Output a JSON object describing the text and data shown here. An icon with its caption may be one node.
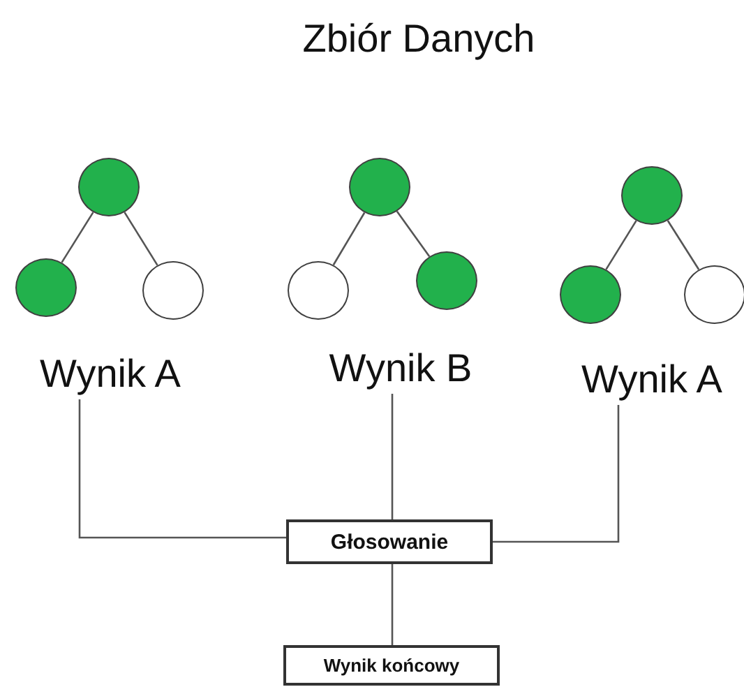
{
  "diagram": {
    "title": "Zbiór Danych",
    "nodes": [
      {
        "text": [],
        "shape": "circle"
      },
      {
        "text": [],
        "shape": "circle"
      },
      {
        "text": [],
        "shape": "circle"
      },
      {
        "text": [],
        "shape": "circle"
      },
      {
        "text": [],
        "shape": "circle"
      },
      {
        "text": [],
        "shape": "circle"
      },
      {
        "text": [],
        "shape": "circle"
      },
      {
        "text": [],
        "shape": "circle"
      },
      {
        "text": [],
        "shape": "circle"
      },
      {
        "text": [
          "Wynik A"
        ]
      },
      {
        "text": [
          "Wynik B"
        ]
      },
      {
        "text": [
          "Wynik A"
        ]
      },
      {
        "text": [
          "Głosowanie"
        ]
      },
      {
        "text": [
          "Wynik końcowy"
        ]
      }
    ],
    "edges": [
      {
        "from": 0,
        "to": 1,
        "arrow": "none"
      },
      {
        "from": 0,
        "to": 2,
        "arrow": "none"
      },
      {
        "from": 3,
        "to": 4,
        "arrow": "none"
      },
      {
        "from": 3,
        "to": 5,
        "arrow": "none"
      },
      {
        "from": 6,
        "to": 7,
        "arrow": "none"
      },
      {
        "from": 6,
        "to": 8,
        "arrow": "none"
      },
      {
        "from": 9,
        "to": 12,
        "arrow": "none"
      },
      {
        "from": 10,
        "to": 12,
        "arrow": "none"
      },
      {
        "from": 11,
        "to": 12,
        "arrow": "none"
      },
      {
        "from": 12,
        "to": 13,
        "arrow": "none"
      }
    ]
  }
}
